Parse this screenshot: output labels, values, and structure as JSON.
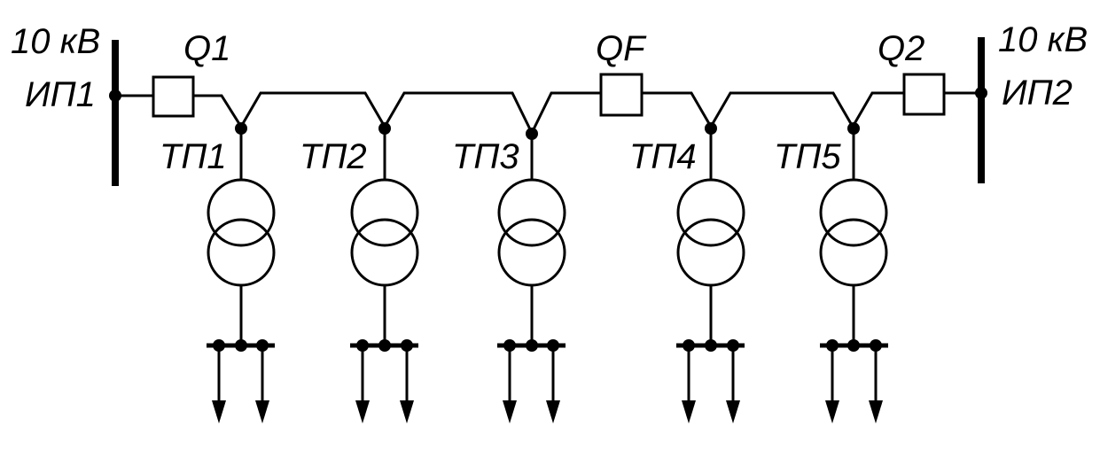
{
  "sources": {
    "left": {
      "voltage": "10 кВ",
      "name": "ИП1"
    },
    "right": {
      "voltage": "10 кВ",
      "name": "ИП2"
    }
  },
  "breakers": {
    "q1": "Q1",
    "qf": "QF",
    "q2": "Q2"
  },
  "substations": [
    {
      "name": "ТП1"
    },
    {
      "name": "ТП2"
    },
    {
      "name": "ТП3"
    },
    {
      "name": "ТП4"
    },
    {
      "name": "ТП5"
    }
  ],
  "colors": {
    "line": "#000000",
    "background": "#ffffff"
  }
}
